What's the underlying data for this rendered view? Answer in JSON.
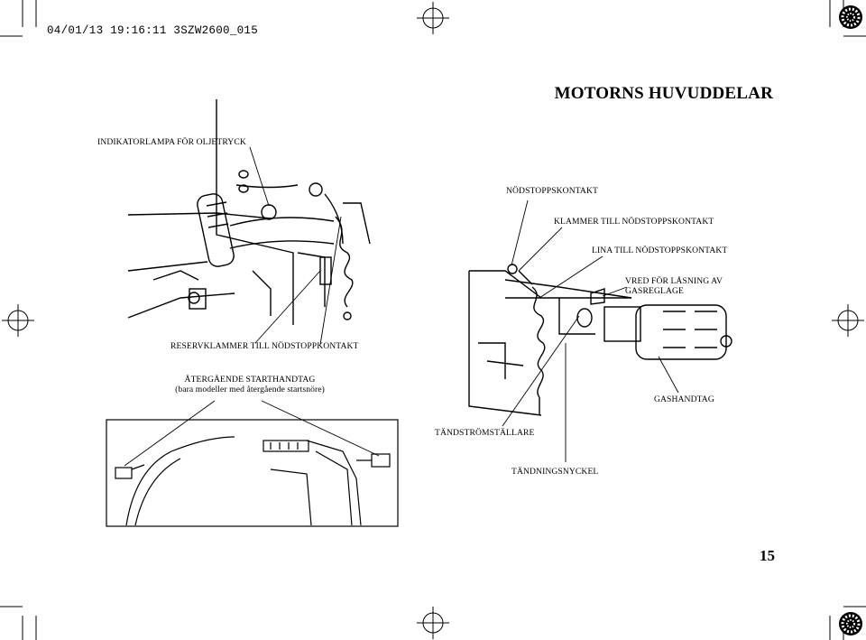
{
  "header": {
    "stamp": "04/01/13 19:16:11 3SZW2600_015"
  },
  "page": {
    "title": "MOTORNS HUVUDDELAR",
    "number": "15"
  },
  "labels": {
    "oil_indicator": "INDIKATORLAMPA FÖR OLJETRYCK",
    "stop_switch": "NÖDSTOPPSKONTAKT",
    "stop_clip": "KLAMMER TILL NÖDSTOPPSKONTAKT",
    "stop_cord": "LINA TILL NÖDSTOPPSKONTAKT",
    "throttle_lock_1": "VRED FÖR LÅSNING AV",
    "throttle_lock_2": "GASREGLAGE",
    "spare_clip": "RESERVKLAMMER TILL NÖDSTOPPKONTAKT",
    "recoil_1": "ÅTERGÅENDE STARTHANDTAG",
    "recoil_2": "(bara modeller med återgående startsnöre)",
    "throttle_grip": "GASHANDTAG",
    "ignition_switch": "TÄNDSTRÖMSTÄLLARE",
    "ignition_key": "TÄNDNINGSNYCKEL"
  }
}
